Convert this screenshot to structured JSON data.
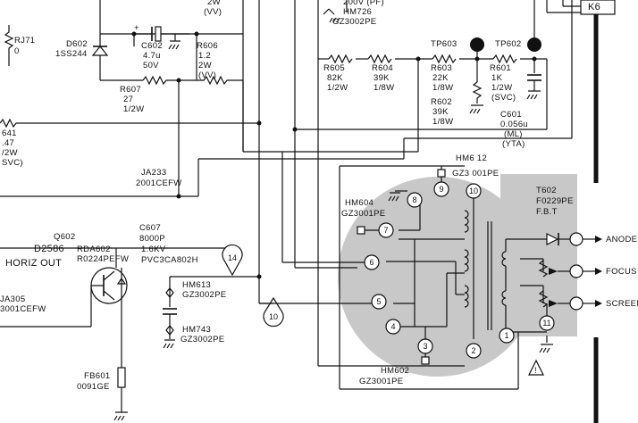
{
  "top": {
    "r606_top": "2W",
    "r606_top2": "(VV)",
    "cap_200v": "200V (PF)",
    "hm726": "HM726",
    "hm726_part": "GZ3002PE",
    "k6": "K6"
  },
  "components": {
    "rj71": {
      "ref": "RJ71",
      "value": "0"
    },
    "d602": {
      "ref": "D602",
      "part": "1SS244"
    },
    "c602": {
      "ref": "C602",
      "value": "4.7u",
      "rating": "50V"
    },
    "r606": {
      "ref": "R606",
      "value": "1.2",
      "rating": "2W",
      "note": "(VV)"
    },
    "r607": {
      "ref": "R607",
      "value": "27",
      "rating": "1/2W"
    },
    "r605": {
      "ref": "R605",
      "value": "82K",
      "rating": "1/2W"
    },
    "r604": {
      "ref": "R604",
      "value": "39K",
      "rating": "1/8W"
    },
    "r603": {
      "ref": "R603",
      "value": "22K",
      "rating": "1/8W"
    },
    "r602": {
      "ref": "R602",
      "value": "39K",
      "rating": "1/8W"
    },
    "r601": {
      "ref": "R601",
      "value": "1K",
      "rating": "1/2W",
      "note": "(SVC)"
    },
    "c601": {
      "ref": "C601",
      "value": "0.056u",
      "note1": "(ML)",
      "note2": "(YTA)"
    },
    "tp603": "TP603",
    "tp602": "TP602",
    "left_partial": {
      "ref": "641",
      "value": ".47",
      "rating": "/2W",
      "note": "SVC)"
    },
    "ja233": {
      "ref": "JA233",
      "part": "2001CEFW"
    },
    "q602": {
      "ref": "Q602",
      "part": "D2586",
      "function": "HORIZ OUT"
    },
    "rda602": {
      "ref": "RDA602",
      "part": "R0224PEFW"
    },
    "c607": {
      "ref": "C607",
      "value": "8000P",
      "rating": "1.6KV",
      "part": "PVC3CA802H"
    },
    "hm613": {
      "ref": "HM613",
      "part": "GZ3002PE"
    },
    "hm743": {
      "ref": "HM743",
      "part": "GZ3002PE"
    },
    "ja305": {
      "ref": "JA305",
      "part": "3001CEFW"
    },
    "fb601": {
      "ref": "FB601",
      "part": "0091GE"
    },
    "hm604": {
      "ref": "HM604",
      "part": "GZ3001PE"
    },
    "hm612": {
      "ref": "HM6 12",
      "part": "GZ3 001PE"
    },
    "hm602": {
      "ref": "HM602",
      "part": "GZ3001PE"
    },
    "t602": {
      "ref": "T602",
      "part": "F0229PE",
      "type": "F.B.T"
    }
  },
  "markers": {
    "m14": "14",
    "m10": "10"
  },
  "pins": [
    "1",
    "2",
    "3",
    "4",
    "5",
    "6",
    "7",
    "8",
    "9",
    "10",
    "11"
  ],
  "outputs": {
    "anode": "ANODE",
    "focus": "FOCUS",
    "screen": "SCREEN"
  }
}
